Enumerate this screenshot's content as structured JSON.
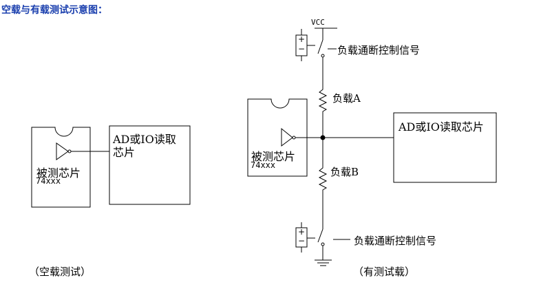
{
  "title": "空载与有载测试示意图：",
  "left": {
    "chip_label": "被测芯片",
    "chip_part": "74xxx",
    "reader_label": "AD或IO读取芯片",
    "caption": "（空载测试）"
  },
  "right": {
    "vcc": "VCC",
    "switch_top_label": "负载通断控制信号",
    "load_a": "负载A",
    "load_b": "负载B",
    "chip_label": "被测芯片",
    "chip_part": "74xxx",
    "reader_label": "AD或IO读取芯片",
    "switch_bottom_label": "负载通断控制信号",
    "caption": "（有测试载）",
    "battery_plus": "+",
    "battery_minus": "−"
  }
}
